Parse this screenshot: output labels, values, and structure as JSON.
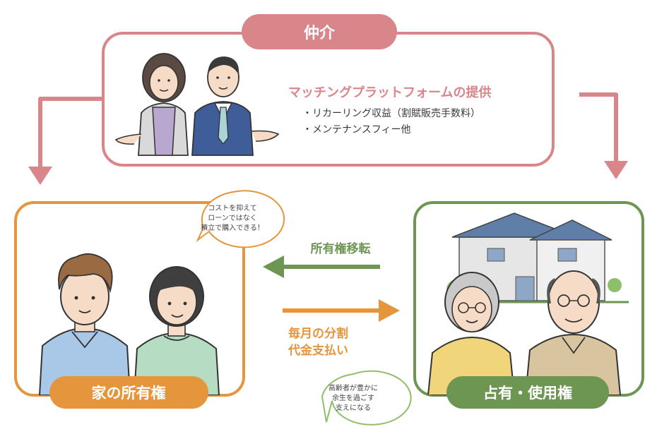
{
  "broker": {
    "label": "仲介",
    "heading": "マッチングプラットフォームの提供",
    "bullets": [
      "・リカーリング収益（割賦販売手数料）",
      "・メンテナンスフィー他"
    ]
  },
  "owner": {
    "label": "家の所有権",
    "bubble": [
      "コストを抑えて",
      "ローンではなく",
      "積立で購入できる！"
    ]
  },
  "occupant": {
    "label": "占有・使用権",
    "bubble": [
      "高齢者が豊かに",
      "余生を過ごす",
      "支えになる"
    ]
  },
  "flows": {
    "ownership_transfer": "所有権移転",
    "payment_line1": "毎月の分割",
    "payment_line2": "代金支払い"
  },
  "colors": {
    "pink": "#d9868a",
    "orange": "#e5963c",
    "green": "#6d9653"
  }
}
